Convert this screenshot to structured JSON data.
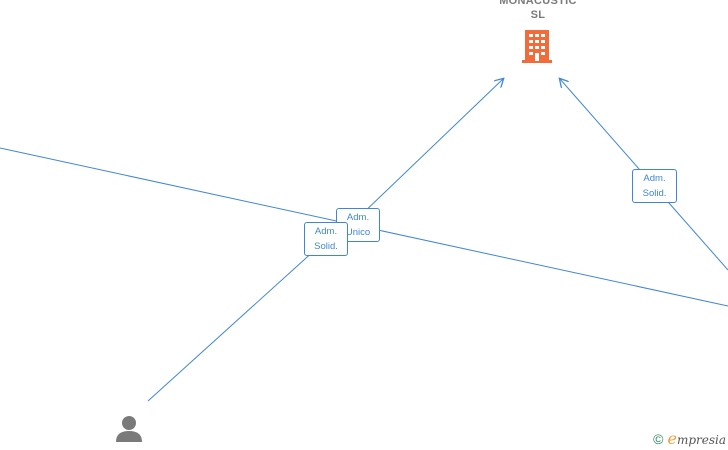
{
  "company": {
    "name_line1": "MONACUSTIC",
    "name_line2": "SL",
    "icon": "building-icon",
    "icon_color": "#f26b3a"
  },
  "person": {
    "icon": "person-icon",
    "icon_color": "#7a7a7a"
  },
  "edges": [
    {
      "label_line1": "Adm.",
      "label_line2": "Unico"
    },
    {
      "label_line1": "Adm.",
      "label_line2": "Solid."
    },
    {
      "label_line1": "Adm.",
      "label_line2": "Solid."
    }
  ],
  "edge_color": "#3f86d8",
  "footer": {
    "copyright": "©",
    "brand_initial": "e",
    "brand_rest": "mpresia"
  }
}
